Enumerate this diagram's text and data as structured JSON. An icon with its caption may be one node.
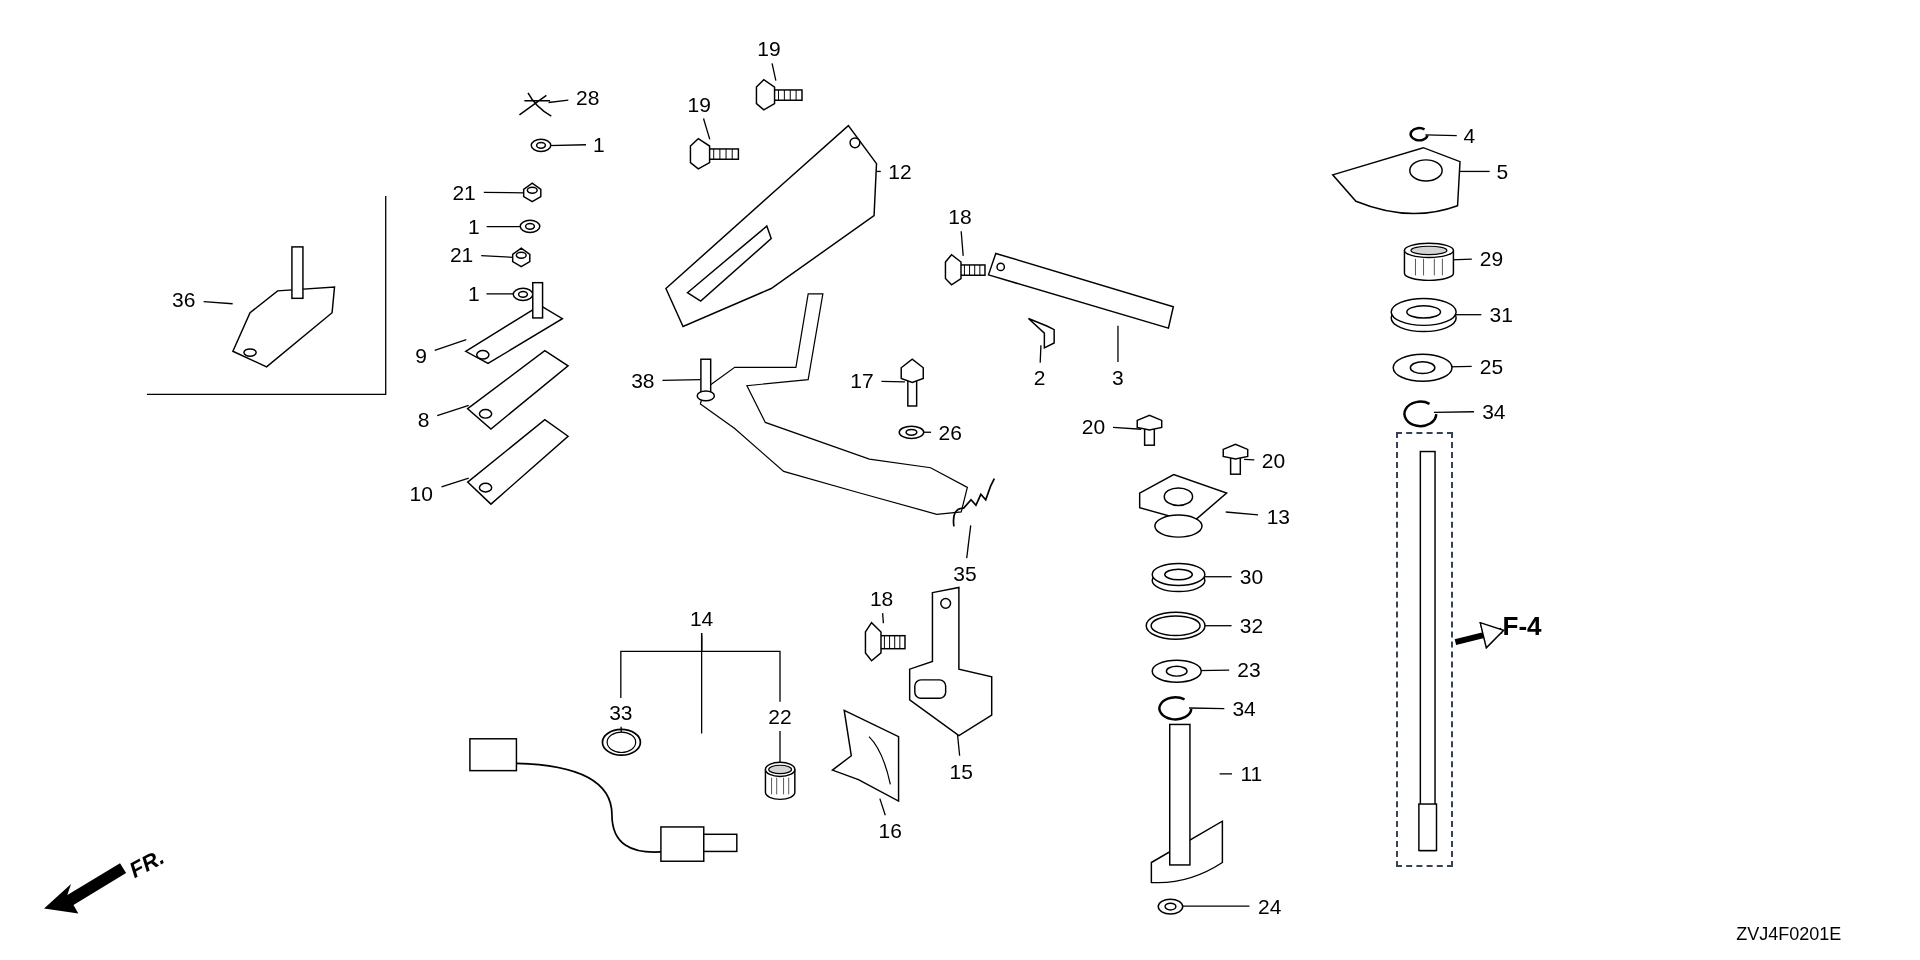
{
  "diagram": {
    "nodes": [
      {
        "text": [
          "28"
        ]
      },
      {
        "text": [],
        "shape": "picture"
      },
      {
        "text": [
          "1"
        ]
      },
      {
        "text": [],
        "shape": "picture"
      },
      {
        "text": [
          "21"
        ]
      },
      {
        "text": [],
        "shape": "picture"
      },
      {
        "text": [
          "1"
        ]
      },
      {
        "text": [],
        "shape": "picture"
      },
      {
        "text": [
          "21"
        ]
      },
      {
        "text": [],
        "shape": "picture"
      },
      {
        "text": [
          "1"
        ]
      },
      {
        "text": [],
        "shape": "picture"
      },
      {
        "text": [
          "9"
        ]
      },
      {
        "text": [],
        "shape": "picture"
      },
      {
        "text": [
          "8"
        ]
      },
      {
        "text": [],
        "shape": "picture"
      },
      {
        "text": [
          "10"
        ]
      },
      {
        "text": [],
        "shape": "picture"
      },
      {
        "text": [
          "36"
        ]
      },
      {
        "text": [],
        "shape": "picture"
      },
      {
        "text": [
          "19"
        ]
      },
      {
        "text": [],
        "shape": "picture"
      },
      {
        "text": [
          "19"
        ]
      },
      {
        "text": [],
        "shape": "picture"
      },
      {
        "text": [
          "12"
        ]
      },
      {
        "text": [],
        "shape": "picture"
      },
      {
        "text": [
          "18"
        ]
      },
      {
        "text": [],
        "shape": "picture"
      },
      {
        "text": [
          "2"
        ]
      },
      {
        "text": [],
        "shape": "picture"
      },
      {
        "text": [
          "3"
        ]
      },
      {
        "text": [],
        "shape": "picture"
      },
      {
        "text": [
          "38"
        ]
      },
      {
        "text": [],
        "shape": "picture"
      },
      {
        "text": [
          "17"
        ]
      },
      {
        "text": [],
        "shape": "picture"
      },
      {
        "text": [
          "26"
        ]
      },
      {
        "text": [],
        "shape": "picture"
      },
      {
        "text": [
          "20"
        ]
      },
      {
        "text": [],
        "shape": "picture"
      },
      {
        "text": [
          "20"
        ]
      },
      {
        "text": [],
        "shape": "picture"
      },
      {
        "text": [
          "35"
        ]
      },
      {
        "text": [],
        "shape": "picture"
      },
      {
        "text": [
          "13"
        ]
      },
      {
        "text": [],
        "shape": "picture"
      },
      {
        "text": [
          "30"
        ]
      },
      {
        "text": [],
        "shape": "picture"
      },
      {
        "text": [
          "32"
        ]
      },
      {
        "text": [],
        "shape": "picture"
      },
      {
        "text": [
          "23"
        ]
      },
      {
        "text": [],
        "shape": "picture"
      },
      {
        "text": [
          "34"
        ]
      },
      {
        "text": [],
        "shape": "picture"
      },
      {
        "text": [
          "11"
        ]
      },
      {
        "text": [],
        "shape": "picture"
      },
      {
        "text": [
          "24"
        ]
      },
      {
        "text": [],
        "shape": "picture"
      },
      {
        "text": [
          "4"
        ]
      },
      {
        "text": [],
        "shape": "picture"
      },
      {
        "text": [
          "5"
        ]
      },
      {
        "text": [],
        "shape": "picture"
      },
      {
        "text": [
          "29"
        ]
      },
      {
        "text": [],
        "shape": "picture"
      },
      {
        "text": [
          "31"
        ]
      },
      {
        "text": [],
        "shape": "picture"
      },
      {
        "text": [
          "25"
        ]
      },
      {
        "text": [],
        "shape": "picture"
      },
      {
        "text": [
          "34"
        ]
      },
      {
        "text": [],
        "shape": "picture"
      },
      {
        "text": [],
        "shape": "box"
      },
      {
        "text": [],
        "shape": "picture",
        "in": 70
      },
      {
        "text": [
          "F-4"
        ]
      },
      {
        "text": [
          "14"
        ]
      },
      {
        "text": [],
        "shape": "picture"
      },
      {
        "text": [
          "33"
        ]
      },
      {
        "text": [],
        "shape": "picture"
      },
      {
        "text": [
          "22"
        ]
      },
      {
        "text": [],
        "shape": "picture"
      },
      {
        "text": [
          "18"
        ]
      },
      {
        "text": [],
        "shape": "picture"
      },
      {
        "text": [
          "15"
        ]
      },
      {
        "text": [],
        "shape": "picture"
      },
      {
        "text": [
          "16"
        ]
      },
      {
        "text": [],
        "shape": "picture"
      }
    ],
    "edges": [
      {
        "from": 0,
        "to": 1,
        "arrow": "none"
      },
      {
        "from": 2,
        "to": 3,
        "arrow": "none"
      },
      {
        "from": 4,
        "to": 5,
        "arrow": "none"
      },
      {
        "from": 6,
        "to": 7,
        "arrow": "none"
      },
      {
        "from": 8,
        "to": 9,
        "arrow": "none"
      },
      {
        "from": 10,
        "to": 11,
        "arrow": "none"
      },
      {
        "from": 12,
        "to": 13,
        "arrow": "none"
      },
      {
        "from": 14,
        "to": 15,
        "arrow": "none"
      },
      {
        "from": 16,
        "to": 17,
        "arrow": "none"
      },
      {
        "from": 18,
        "to": 19,
        "arrow": "none"
      },
      {
        "from": 20,
        "to": 21,
        "arrow": "none"
      },
      {
        "from": 22,
        "to": 23,
        "arrow": "none"
      },
      {
        "from": 24,
        "to": 25,
        "arrow": "none"
      },
      {
        "from": 26,
        "to": 27,
        "arrow": "none"
      },
      {
        "from": 28,
        "to": 29,
        "arrow": "none"
      },
      {
        "from": 30,
        "to": 31,
        "arrow": "none"
      },
      {
        "from": 32,
        "to": 33,
        "arrow": "none"
      },
      {
        "from": 34,
        "to": 35,
        "arrow": "none"
      },
      {
        "from": 36,
        "to": 37,
        "arrow": "none"
      },
      {
        "from": 38,
        "to": 39,
        "arrow": "none"
      },
      {
        "from": 40,
        "to": 41,
        "arrow": "none"
      },
      {
        "from": 42,
        "to": 43,
        "arrow": "none"
      },
      {
        "from": 44,
        "to": 45,
        "arrow": "none"
      },
      {
        "from": 46,
        "to": 47,
        "arrow": "none"
      },
      {
        "from": 48,
        "to": 49,
        "arrow": "none"
      },
      {
        "from": 50,
        "to": 51,
        "arrow": "none"
      },
      {
        "from": 52,
        "to": 53,
        "arrow": "none"
      },
      {
        "from": 54,
        "to": 55,
        "arrow": "none"
      },
      {
        "from": 56,
        "to": 57,
        "arrow": "none"
      },
      {
        "from": 58,
        "to": 59,
        "arrow": "none"
      },
      {
        "from": 60,
        "to": 61,
        "arrow": "none"
      },
      {
        "from": 62,
        "to": 63,
        "arrow": "none"
      },
      {
        "from": 64,
        "to": 65,
        "arrow": "none"
      },
      {
        "from": 66,
        "to": 67,
        "arrow": "none"
      },
      {
        "from": 68,
        "to": 69,
        "arrow": "none"
      },
      {
        "from": 70,
        "to": 72,
        "arrow": "to",
        "style": "thick"
      },
      {
        "from": 73,
        "to": 74,
        "arrow": "none"
      },
      {
        "from": 75,
        "to": 76,
        "arrow": "none"
      },
      {
        "from": 77,
        "to": 78,
        "arrow": "none"
      },
      {
        "from": 79,
        "to": 80,
        "arrow": "none"
      },
      {
        "from": 81,
        "to": 82,
        "arrow": "none"
      },
      {
        "from": 83,
        "to": 84,
        "arrow": "none"
      },
      {
        "from": 73,
        "to": 75,
        "arrow": "none"
      },
      {
        "from": 73,
        "to": 77,
        "arrow": "none"
      }
    ],
    "labels": [
      "FR.",
      "ZVJ4F0201E"
    ]
  }
}
